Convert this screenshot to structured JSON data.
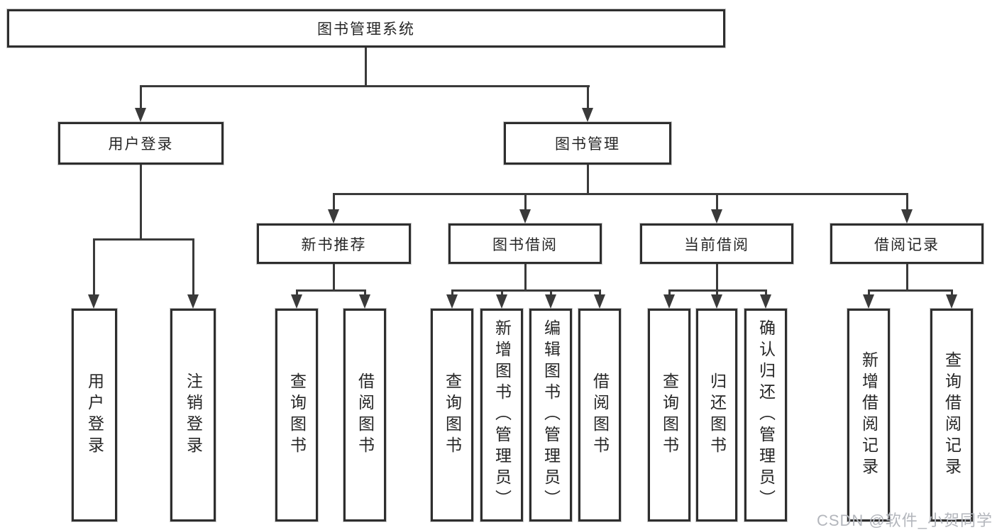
{
  "nodes": {
    "root": {
      "label": "图书管理系统"
    },
    "level2": [
      {
        "label": "用户登录"
      },
      {
        "label": "图书管理"
      }
    ],
    "level3": [
      {
        "label": "新书推荐"
      },
      {
        "label": "图书借阅"
      },
      {
        "label": "当前借阅"
      },
      {
        "label": "借阅记录"
      }
    ],
    "leaves": [
      {
        "label": "用户登录"
      },
      {
        "label": "注销登录"
      },
      {
        "label": "查询图书"
      },
      {
        "label": "借阅图书"
      },
      {
        "label": "查询图书"
      },
      {
        "label": "新增图书（管理员）"
      },
      {
        "label": "编辑图书（管理员）"
      },
      {
        "label": "借阅图书"
      },
      {
        "label": "查询图书"
      },
      {
        "label": "归还图书"
      },
      {
        "label": "确认归还（管理员）"
      },
      {
        "label": "新增借阅记录"
      },
      {
        "label": "查询借阅记录"
      }
    ]
  },
  "watermark": {
    "text": "CSDN @软件_小贺同学",
    "color": "#b3b6bc"
  },
  "colors": {
    "line": "#3a3a3a",
    "box_border": "#2e2e2e",
    "text": "#262626",
    "background": "#ffffff"
  }
}
